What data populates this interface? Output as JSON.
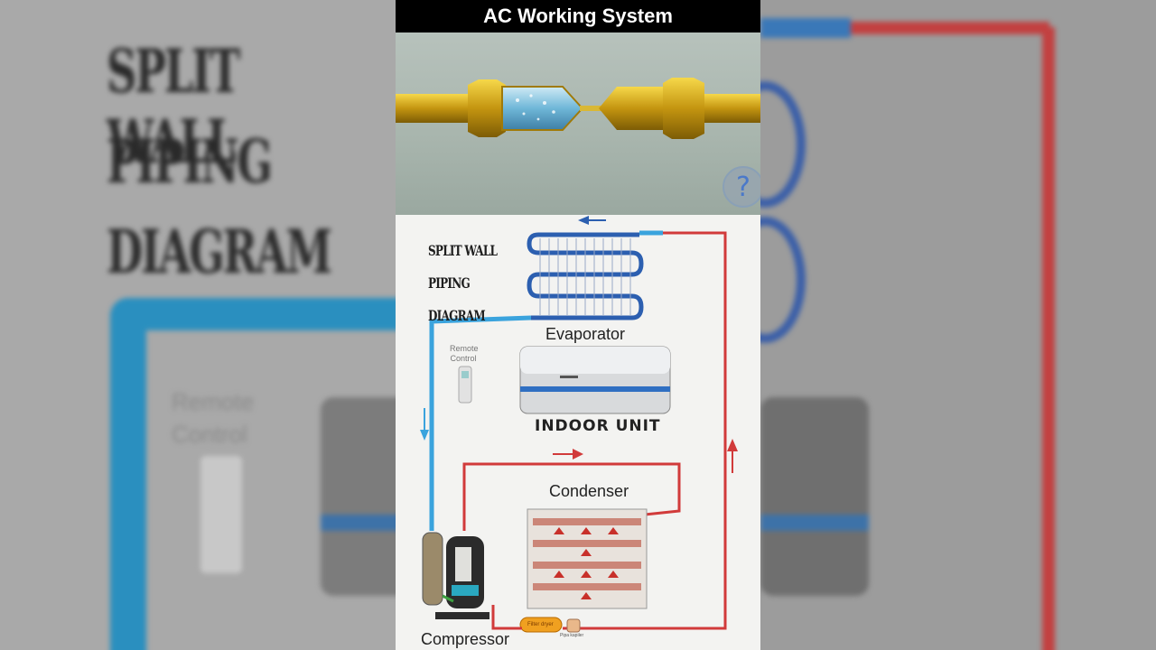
{
  "video": {
    "title": "AC Working System",
    "help_label": "?"
  },
  "diagram": {
    "heading_lines": [
      "SPLIT WALL",
      "PIPING",
      "DIAGRAM"
    ],
    "remote_control": "Remote Control",
    "evaporator": "Evaporator",
    "indoor_unit": "INDOOR UNIT",
    "condenser": "Condenser",
    "compressor": "Compressor",
    "filter_dryer": "Filter dryer",
    "pipe_capillary": "Pipa kapiler"
  },
  "background": {
    "heading_lines": [
      "SPLIT WALL",
      "PIPING",
      "DIAGRAM"
    ],
    "remote_control_lines": [
      "Remote",
      "Control"
    ]
  },
  "colors": {
    "hot_line": "#d13a3a",
    "cold_line": "#3aa3dd",
    "coil": "#2c5fb0",
    "title_bg": "#000000"
  }
}
